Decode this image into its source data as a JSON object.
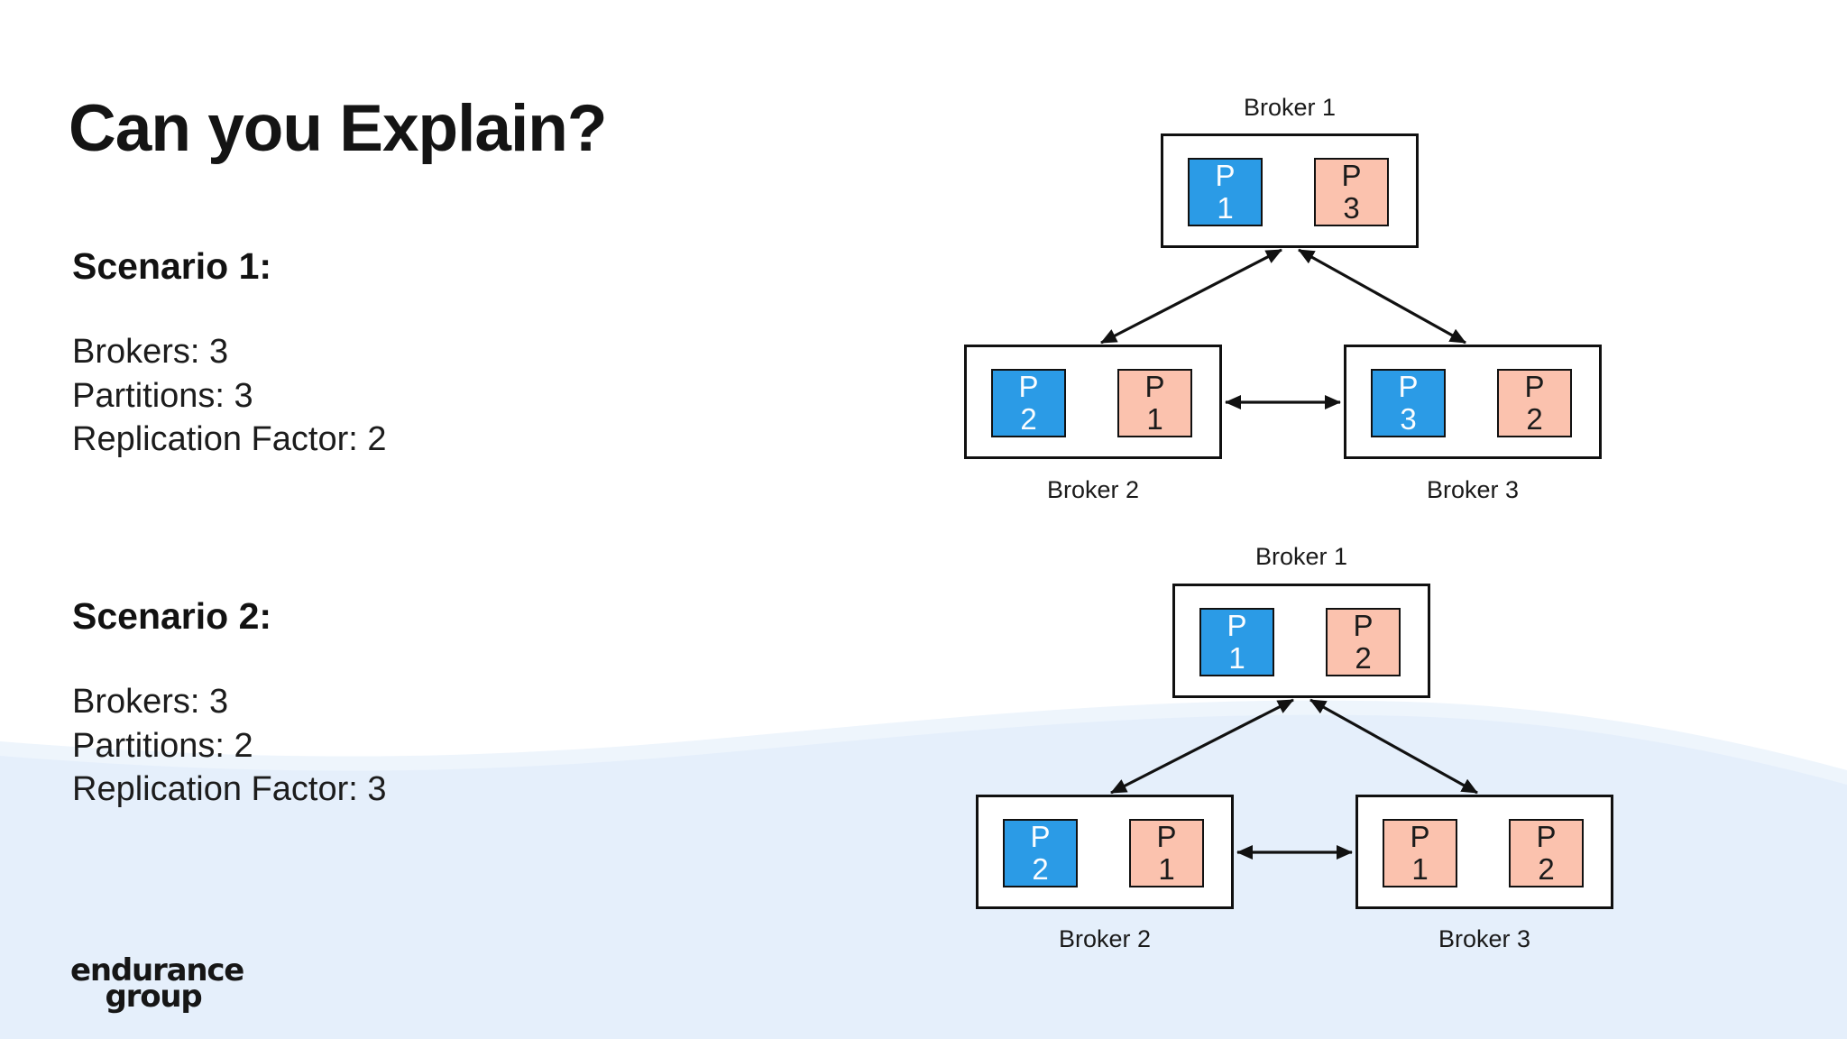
{
  "slide": {
    "title": "Can you Explain?",
    "scenario1": {
      "heading": "Scenario 1:",
      "line1": "Brokers: 3",
      "line2": "Partitions: 3",
      "line3": "Replication Factor: 2"
    },
    "scenario2": {
      "heading": "Scenario 2:",
      "line1": "Brokers: 3",
      "line2": "Partitions: 2",
      "line3": "Replication Factor: 3"
    },
    "logo": {
      "line1": "endurance",
      "line2": "group"
    }
  },
  "diagrams": [
    {
      "brokers": [
        {
          "label": "Broker 1",
          "partitions": [
            {
              "letter": "P",
              "num": "1",
              "type": "leader"
            },
            {
              "letter": "P",
              "num": "3",
              "type": "replica"
            }
          ]
        },
        {
          "label": "Broker 2",
          "partitions": [
            {
              "letter": "P",
              "num": "2",
              "type": "leader"
            },
            {
              "letter": "P",
              "num": "1",
              "type": "replica"
            }
          ]
        },
        {
          "label": "Broker 3",
          "partitions": [
            {
              "letter": "P",
              "num": "3",
              "type": "leader"
            },
            {
              "letter": "P",
              "num": "2",
              "type": "replica"
            }
          ]
        }
      ]
    },
    {
      "brokers": [
        {
          "label": "Broker 1",
          "partitions": [
            {
              "letter": "P",
              "num": "1",
              "type": "leader"
            },
            {
              "letter": "P",
              "num": "2",
              "type": "replica"
            }
          ]
        },
        {
          "label": "Broker 2",
          "partitions": [
            {
              "letter": "P",
              "num": "2",
              "type": "leader"
            },
            {
              "letter": "P",
              "num": "1",
              "type": "replica"
            }
          ]
        },
        {
          "label": "Broker 3",
          "partitions": [
            {
              "letter": "P",
              "num": "1",
              "type": "replica"
            },
            {
              "letter": "P",
              "num": "2",
              "type": "replica"
            }
          ]
        }
      ]
    }
  ],
  "colors": {
    "leader": "#2b9be6",
    "replica": "#fbc2ae",
    "wave": "#e5effb",
    "wave-light": "#eef5fc",
    "ink": "#1a1a1a"
  }
}
